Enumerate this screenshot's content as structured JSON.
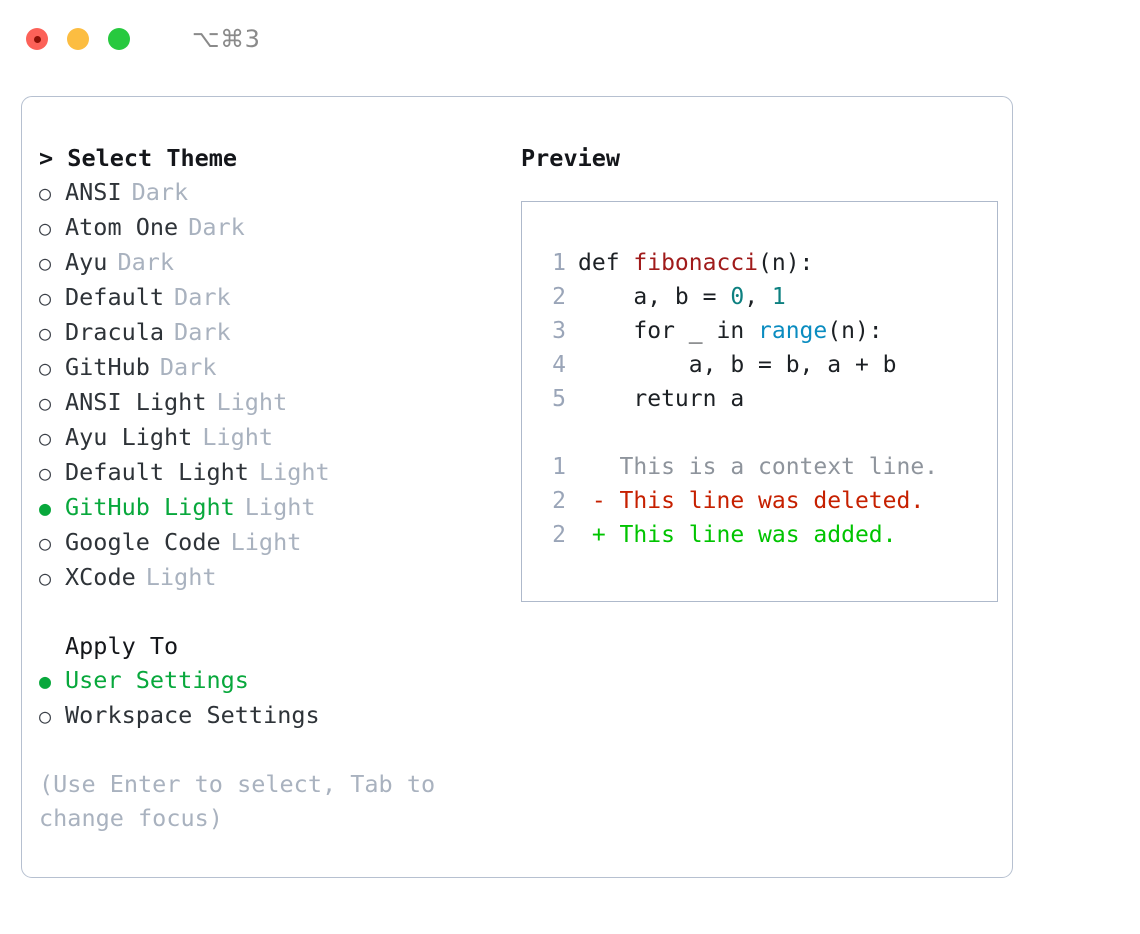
{
  "titlebar": {
    "shortcut": "⌥⌘3",
    "dots": [
      "close-red",
      "minimize-yellow",
      "maximize-green"
    ]
  },
  "theme_picker": {
    "heading": "> Select Theme",
    "marker_unselected": "○",
    "marker_selected": "●",
    "items": [
      {
        "label": "ANSI",
        "tag": "Dark",
        "selected": false
      },
      {
        "label": "Atom One",
        "tag": "Dark",
        "selected": false
      },
      {
        "label": "Ayu",
        "tag": "Dark",
        "selected": false
      },
      {
        "label": "Default",
        "tag": "Dark",
        "selected": false
      },
      {
        "label": "Dracula",
        "tag": "Dark",
        "selected": false
      },
      {
        "label": "GitHub",
        "tag": "Dark",
        "selected": false
      },
      {
        "label": "ANSI Light",
        "tag": "Light",
        "selected": false
      },
      {
        "label": "Ayu Light",
        "tag": "Light",
        "selected": false
      },
      {
        "label": "Default Light",
        "tag": "Light",
        "selected": false
      },
      {
        "label": "GitHub Light",
        "tag": "Light",
        "selected": true
      },
      {
        "label": "Google Code",
        "tag": "Light",
        "selected": false
      },
      {
        "label": "XCode",
        "tag": "Light",
        "selected": false
      }
    ]
  },
  "apply_to": {
    "heading": "Apply To",
    "items": [
      {
        "label": "User Settings",
        "selected": true
      },
      {
        "label": "Workspace Settings",
        "selected": false
      }
    ]
  },
  "hint": "(Use Enter to select, Tab to change focus)",
  "preview": {
    "heading": "Preview",
    "code_lines": [
      {
        "num": "1",
        "parts": [
          {
            "t": "def ",
            "c": "plain"
          },
          {
            "t": "fibonacci",
            "c": "fn"
          },
          {
            "t": "(n):",
            "c": "plain"
          }
        ]
      },
      {
        "num": "2",
        "parts": [
          {
            "t": "    a, b = ",
            "c": "plain"
          },
          {
            "t": "0",
            "c": "num"
          },
          {
            "t": ", ",
            "c": "plain"
          },
          {
            "t": "1",
            "c": "num"
          }
        ]
      },
      {
        "num": "3",
        "parts": [
          {
            "t": "    for _ in ",
            "c": "plain"
          },
          {
            "t": "range",
            "c": "call"
          },
          {
            "t": "(n):",
            "c": "plain"
          }
        ]
      },
      {
        "num": "4",
        "parts": [
          {
            "t": "        a, b = b, a + b",
            "c": "plain"
          }
        ]
      },
      {
        "num": "5",
        "parts": [
          {
            "t": "    return a",
            "c": "plain"
          }
        ]
      }
    ],
    "diff_lines": [
      {
        "num": "1",
        "sign": " ",
        "text": "This is a context line.",
        "kind": "ctx"
      },
      {
        "num": "2",
        "sign": "-",
        "text": "This line was deleted.",
        "kind": "del"
      },
      {
        "num": "2",
        "sign": "+",
        "text": "This line was added.",
        "kind": "add"
      }
    ]
  },
  "colors": {
    "accent_green": "#08a83c",
    "diff_add": "#00c400",
    "diff_del": "#c62000",
    "tag_gray": "#a9b2bf",
    "border": "#b6c0d0",
    "fn_red": "#a01b1b",
    "num_teal": "#0d8080",
    "call_blue": "#0a8cc0"
  }
}
